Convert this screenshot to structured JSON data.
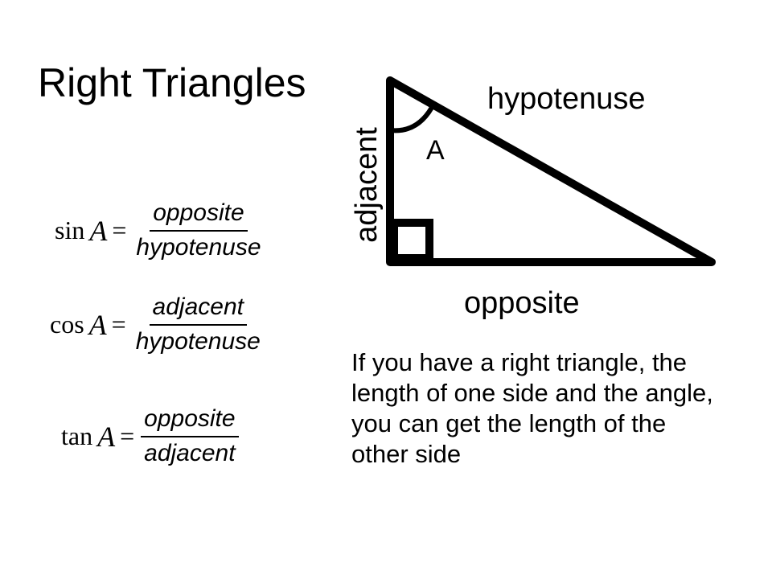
{
  "title": "Right Triangles",
  "diagram": {
    "hypotenuse_label": "hypotenuse",
    "opposite_label": "opposite",
    "adjacent_label": "adjacent",
    "angle_label": "A"
  },
  "formulas": [
    {
      "fn": "sin",
      "var": "A",
      "eq": "=",
      "numerator": "opposite",
      "denominator": "hypotenuse"
    },
    {
      "fn": "cos",
      "var": "A",
      "eq": "=",
      "numerator": "adjacent",
      "denominator": "hypotenuse"
    },
    {
      "fn": "tan",
      "var": "A",
      "eq": "=",
      "numerator": "opposite",
      "denominator": "adjacent"
    }
  ],
  "note": "If you have a right triangle, the length of one side and the angle, you can get the length of the other side"
}
